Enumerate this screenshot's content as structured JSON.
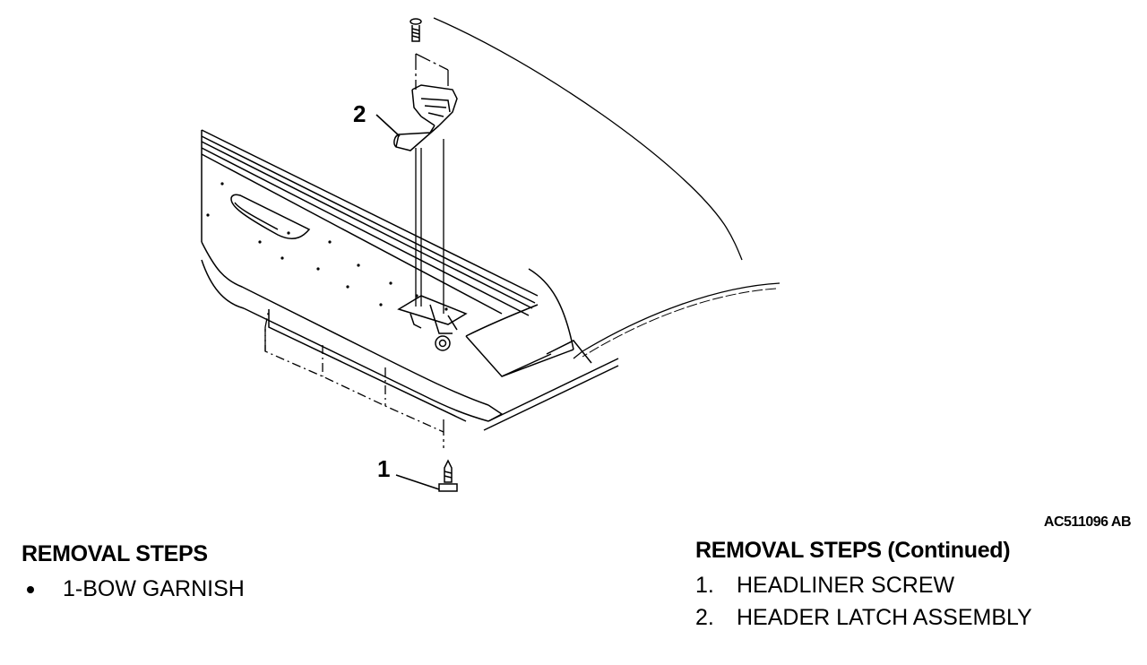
{
  "callouts": {
    "c1": "1",
    "c2": "2"
  },
  "figure_id": "AC511096 AB",
  "left_steps": {
    "title": "REMOVAL STEPS",
    "items": [
      {
        "text": "1-BOW GARNISH"
      }
    ]
  },
  "right_steps": {
    "title": "REMOVAL STEPS (Continued)",
    "items": [
      {
        "num": "1.",
        "text": "HEADLINER SCREW"
      },
      {
        "num": "2.",
        "text": "HEADER LATCH ASSEMBLY"
      }
    ]
  }
}
